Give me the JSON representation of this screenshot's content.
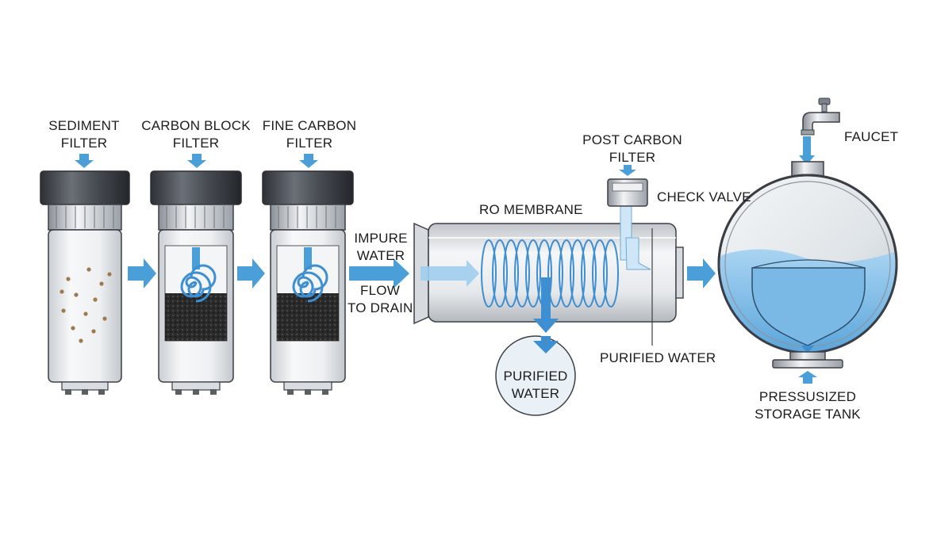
{
  "stages": [
    {
      "id": "sediment",
      "label_line1": "SEDIMENT",
      "label_line2": "FILTER"
    },
    {
      "id": "carbon-block",
      "label_line1": "CARBON BLOCK",
      "label_line2": "FILTER"
    },
    {
      "id": "fine-carbon",
      "label_line1": "FINE CARBON",
      "label_line2": "FILTER"
    }
  ],
  "flow_labels": {
    "impure_line1": "IMPURE",
    "impure_line2": "WATER",
    "drain_line1": "FLOW",
    "drain_line2": "TO DRAIN"
  },
  "membrane": {
    "title": "RO MEMBRANE",
    "purified_circle_line1": "PURIFIED",
    "purified_circle_line2": "WATER",
    "purified_outlet": "PURIFIED WATER"
  },
  "post_carbon": {
    "line1": "POST CARBON",
    "line2": "FILTER"
  },
  "check_valve": "CHECK VALVE",
  "faucet": "FAUCET",
  "tank": {
    "line1": "PRESSUSIZED",
    "line2": "STORAGE TANK"
  },
  "colors": {
    "water_blue": "#4a9fd8",
    "light_blue": "#bcdcf2",
    "housing_dark": "#3a3d42",
    "housing_light": "#e8ecef",
    "outline": "#3b3f45"
  }
}
